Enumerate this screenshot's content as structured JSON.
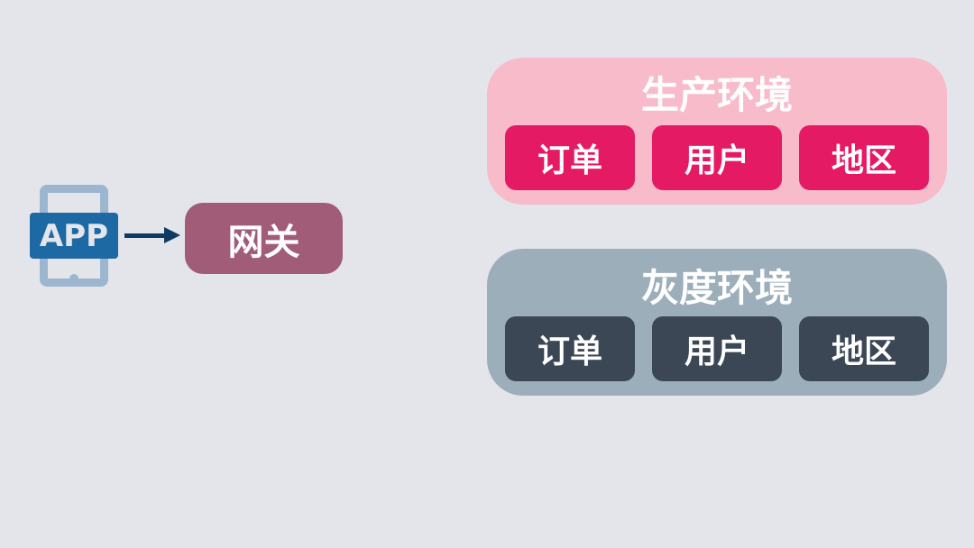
{
  "client": {
    "label": "APP"
  },
  "gateway": {
    "label": "网关"
  },
  "environments": [
    {
      "title": "生产环境",
      "bg": "#f8bbc9",
      "service_bg": "#e51a64",
      "services": [
        "订单",
        "用户",
        "地区"
      ]
    },
    {
      "title": "灰度环境",
      "bg": "#9daebb",
      "service_bg": "#3c4756",
      "services": [
        "订单",
        "用户",
        "地区"
      ]
    }
  ]
}
